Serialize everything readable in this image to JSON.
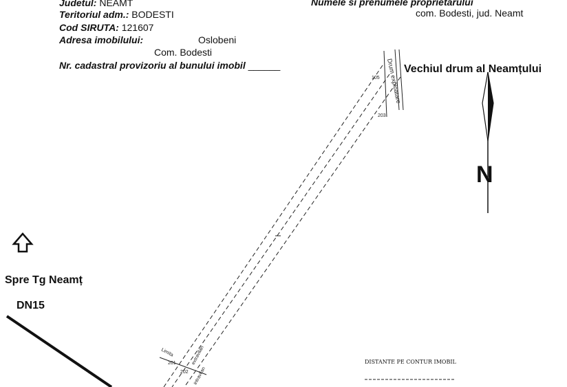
{
  "header": {
    "judet_label": "Judetul:",
    "judet_value": "NEAMT",
    "teritoriu_label": "Teritoriul adm.:",
    "teritoriu_value": "BODESTI",
    "siruta_label": "Cod SIRUTA:",
    "siruta_value": "121607",
    "adresa_label": "Adresa imobilului:",
    "adresa_line1": "Oslobeni",
    "adresa_line2": "Com. Bodesti",
    "nr_cadastral_label": "Nr. cadastral provizoriu al bunului imobil",
    "nr_cadastral_value": "______",
    "proprietar_label": "Numele si prenumele proprietarului",
    "proprietar_value": "com. Bodesti, jud. Neamt"
  },
  "map": {
    "road_top_label": "Vechiul drum al Neamțului",
    "road_side_label": "Drum exploatare",
    "north_letter": "N",
    "direction_label": "Spre Tg Neamț",
    "dn_label": "DN15",
    "point_105": "105",
    "point_203": "203",
    "point_201": "201",
    "point_202": "202",
    "limit_label": "Limita",
    "extravilan_label": "extravilan",
    "intravilan_label": "intravilan",
    "distances_title": "DISTANTE PE CONTUR IMOBIL"
  }
}
